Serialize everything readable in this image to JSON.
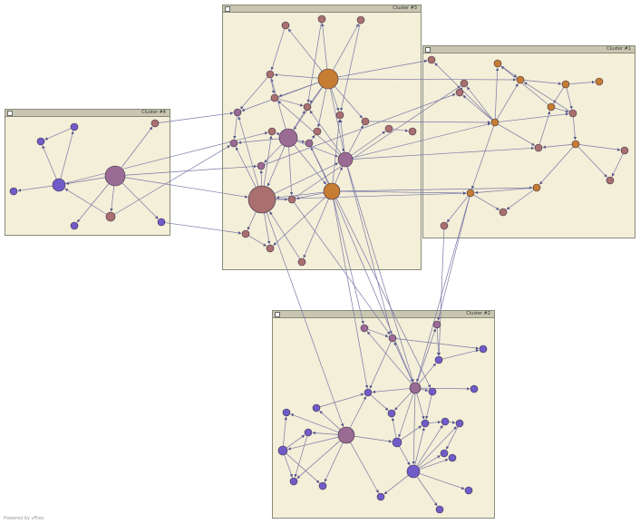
{
  "colors": {
    "edge": "#7a78a8",
    "arrow": "#55548a",
    "purple": "#6f5cc8",
    "brownPurple": "#9a6b94",
    "rose": "#a9706f",
    "orange": "#c67c33",
    "nodeStroke": "#3d2f4a"
  },
  "clusters": [
    {
      "id": "c4",
      "title": "Cluster #4"
    },
    {
      "id": "c3",
      "title": "Cluster #3"
    },
    {
      "id": "c1",
      "title": "Cluster #1"
    },
    {
      "id": "c2",
      "title": "Cluster #2"
    }
  ],
  "footer": "Powered by yFiles"
}
